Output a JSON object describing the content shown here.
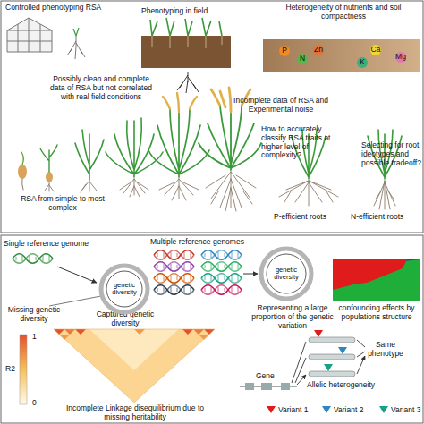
{
  "diagram": {
    "nodes": [
      {
        "text": [
          "genetic diversity"
        ]
      },
      {
        "text": [
          "genetic diversity"
        ]
      }
    ],
    "labels": [
      "Controlled phenotyping RSA",
      "Phenotyping in field",
      "Heterogeneity of nutrients and soil compactness",
      "P",
      "N",
      "Zn",
      "Ca",
      "K",
      "Mg",
      "Possibly clean and complete data of RSA but not correlated with real field conditions",
      "Incomplete data of RSA and Experimental noise",
      "How to accurately classify RSA traits at higher level of complexity?",
      "Selecting for root ideotypes and possible tradeoff?",
      "RSA from simple to most complex",
      "P-efficient roots",
      "N-efficient roots",
      "Single reference genome",
      "Multiple reference genomes",
      "Missing genetic diversity",
      "Captured genetic diversity",
      "Representing a large proportion of the genetic variation",
      "confounding effects by populations structure",
      "1",
      "R2",
      "0",
      "Incomplete Linkage disequilibrium due to missing heritability",
      "Gene",
      "Same phenotype",
      "Allelic heterogeneity",
      "Variant 1",
      "Variant 2",
      "Variant 3"
    ]
  }
}
